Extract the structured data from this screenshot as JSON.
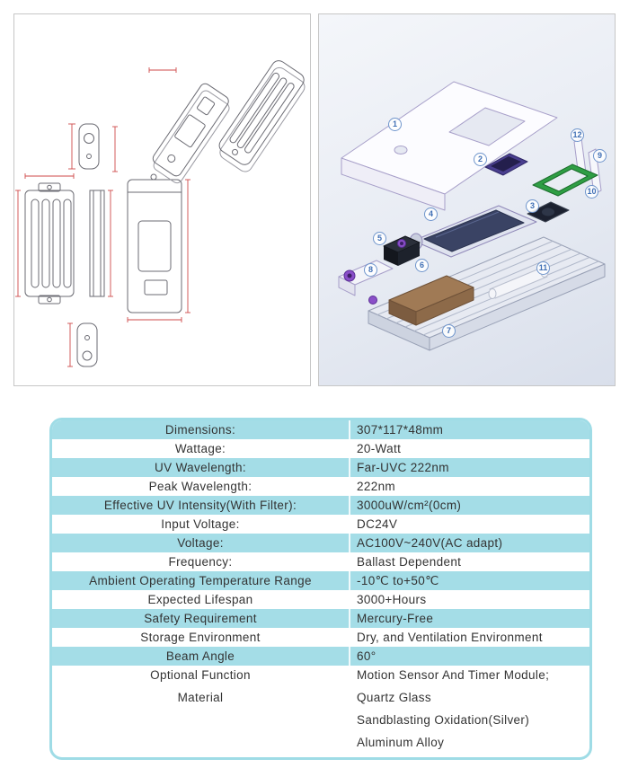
{
  "colors": {
    "table_row_cyan": "#a4dde7",
    "table_border": "#9fdce6",
    "callout_blue": "#3f6fb5",
    "frame_green": "#2f9e44",
    "part_purple": "#8a4fc8"
  },
  "exploded_view": {
    "callouts": [
      "1",
      "2",
      "3",
      "4",
      "5",
      "6",
      "7",
      "8",
      "9",
      "10",
      "11",
      "12"
    ]
  },
  "spec_table": {
    "rows": [
      {
        "label": "Dimensions:",
        "value": "307*117*48mm"
      },
      {
        "label": "Wattage:",
        "value": "20-Watt"
      },
      {
        "label": "UV Wavelength:",
        "value": "Far-UVC 222nm"
      },
      {
        "label": "Peak Wavelength:",
        "value": "222nm"
      },
      {
        "label": "Effective UV Intensity(With Filter):",
        "value": "3000uW/cm²(0cm)"
      },
      {
        "label": "Input Voltage:",
        "value": "DC24V"
      },
      {
        "label": "Voltage:",
        "value": "AC100V~240V(AC adapt)"
      },
      {
        "label": "Frequency:",
        "value": "Ballast Dependent"
      },
      {
        "label": "Ambient Operating Temperature Range",
        "value": "-10℃ to+50℃"
      },
      {
        "label": "Expected Lifespan",
        "value": "3000+Hours"
      },
      {
        "label": "Safety Requirement",
        "value": "Mercury-Free"
      },
      {
        "label": "Storage Environment",
        "value": "Dry, and Ventilation Environment"
      },
      {
        "label": "Beam Angle",
        "value": "60°"
      },
      {
        "label": "Optional Function",
        "value": "Motion Sensor And Timer Module;"
      },
      {
        "label": "Material",
        "value_lines": [
          "Quartz Glass",
          "Sandblasting Oxidation(Silver)",
          "Aluminum Alloy"
        ]
      }
    ]
  }
}
